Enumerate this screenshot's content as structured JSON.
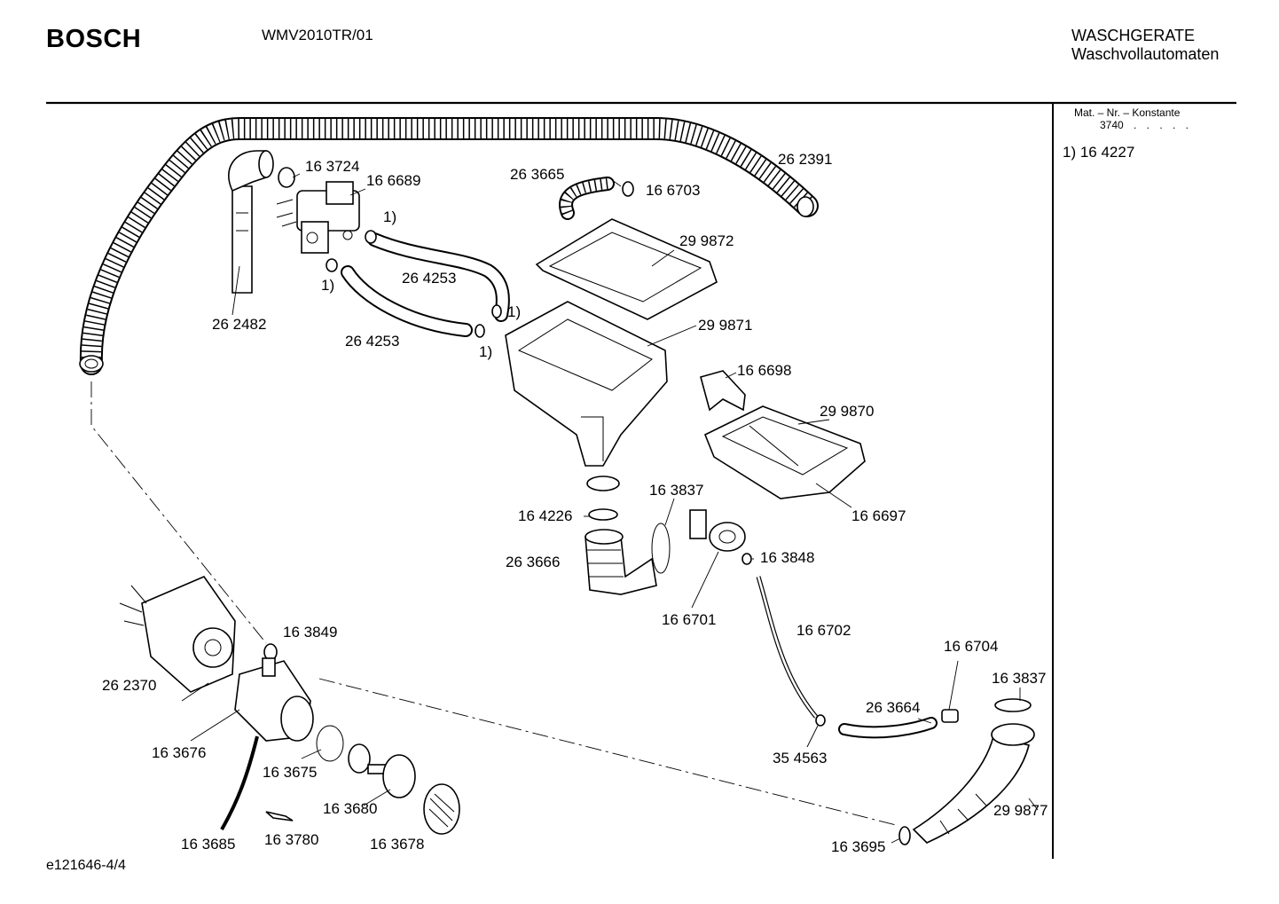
{
  "header": {
    "brand": "BOSCH",
    "model": "WMV2010TR/01",
    "category_line1": "WASCHGERATE",
    "category_line2": "Waschvollautomaten"
  },
  "sidebar": {
    "mat_title": "Mat. – Nr. – Konstante",
    "mat_value": "3740",
    "mat_dots": ". . . . .",
    "note": "1)  16 4227"
  },
  "footer": {
    "code": "e121646-4/4"
  },
  "parts": [
    {
      "key": "p_163724",
      "label": "16 3724"
    },
    {
      "key": "p_166689",
      "label": "16 6689"
    },
    {
      "key": "p_263665",
      "label": "26 3665"
    },
    {
      "key": "p_166703",
      "label": "16 6703"
    },
    {
      "key": "p_262391",
      "label": "26 2391"
    },
    {
      "key": "p_299872",
      "label": "29 9872"
    },
    {
      "key": "p_264253a",
      "label": "26 4253"
    },
    {
      "key": "p_264253b",
      "label": "26 4253"
    },
    {
      "key": "p_262482",
      "label": "26 2482"
    },
    {
      "key": "p_299871",
      "label": "29 9871"
    },
    {
      "key": "p_166698",
      "label": "16 6698"
    },
    {
      "key": "p_299870",
      "label": "29 9870"
    },
    {
      "key": "p_163837a",
      "label": "16 3837"
    },
    {
      "key": "p_164226",
      "label": "16 4226"
    },
    {
      "key": "p_166697",
      "label": "16 6697"
    },
    {
      "key": "p_263666",
      "label": "26 3666"
    },
    {
      "key": "p_163848",
      "label": "16 3848"
    },
    {
      "key": "p_166701",
      "label": "16 6701"
    },
    {
      "key": "p_163849",
      "label": "16 3849"
    },
    {
      "key": "p_166702",
      "label": "16 6702"
    },
    {
      "key": "p_166704",
      "label": "16 6704"
    },
    {
      "key": "p_262370",
      "label": "26 2370"
    },
    {
      "key": "p_163837b",
      "label": "16 3837"
    },
    {
      "key": "p_263664",
      "label": "26 3664"
    },
    {
      "key": "p_163676",
      "label": "16 3676"
    },
    {
      "key": "p_354563",
      "label": "35 4563"
    },
    {
      "key": "p_163675",
      "label": "16 3675"
    },
    {
      "key": "p_163680",
      "label": "16 3680"
    },
    {
      "key": "p_299877",
      "label": "29 9877"
    },
    {
      "key": "p_163685",
      "label": "16 3685"
    },
    {
      "key": "p_163780",
      "label": "16 3780"
    },
    {
      "key": "p_163678",
      "label": "16 3678"
    },
    {
      "key": "p_163695",
      "label": "16 3695"
    }
  ],
  "footnote_marks": {
    "mark_a": "1)",
    "mark_b": "1)",
    "mark_c": "1)",
    "mark_d": "1)"
  }
}
